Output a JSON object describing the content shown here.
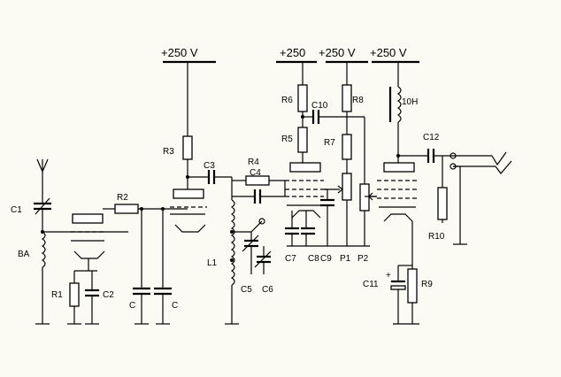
{
  "supply": {
    "b1": "+250 V",
    "b2": "+250",
    "b3": "+250 V",
    "b4": "+250 V"
  },
  "labels": {
    "C1": "C1",
    "BA": "BA",
    "R1": "R1",
    "C2": "C2",
    "R2": "R2",
    "C_a": "C",
    "C_b": "C",
    "R3": "R3",
    "C3": "C3",
    "R4": "R4",
    "C4": "C4",
    "L1": "L1",
    "C5": "C5",
    "C6": "C6",
    "C7": "C7",
    "C8": "C8",
    "C9": "C9",
    "R5": "R5",
    "R6": "R6",
    "C10": "C10",
    "R7": "R7",
    "R8": "R8",
    "P1": "P1",
    "P2": "P2",
    "C11": "C11",
    "R9": "R9",
    "C12": "C12",
    "R10": "R10",
    "choke": "10H",
    "plus": "+"
  },
  "colors": {
    "background": "#fbfbf4",
    "ink": "#000000"
  }
}
